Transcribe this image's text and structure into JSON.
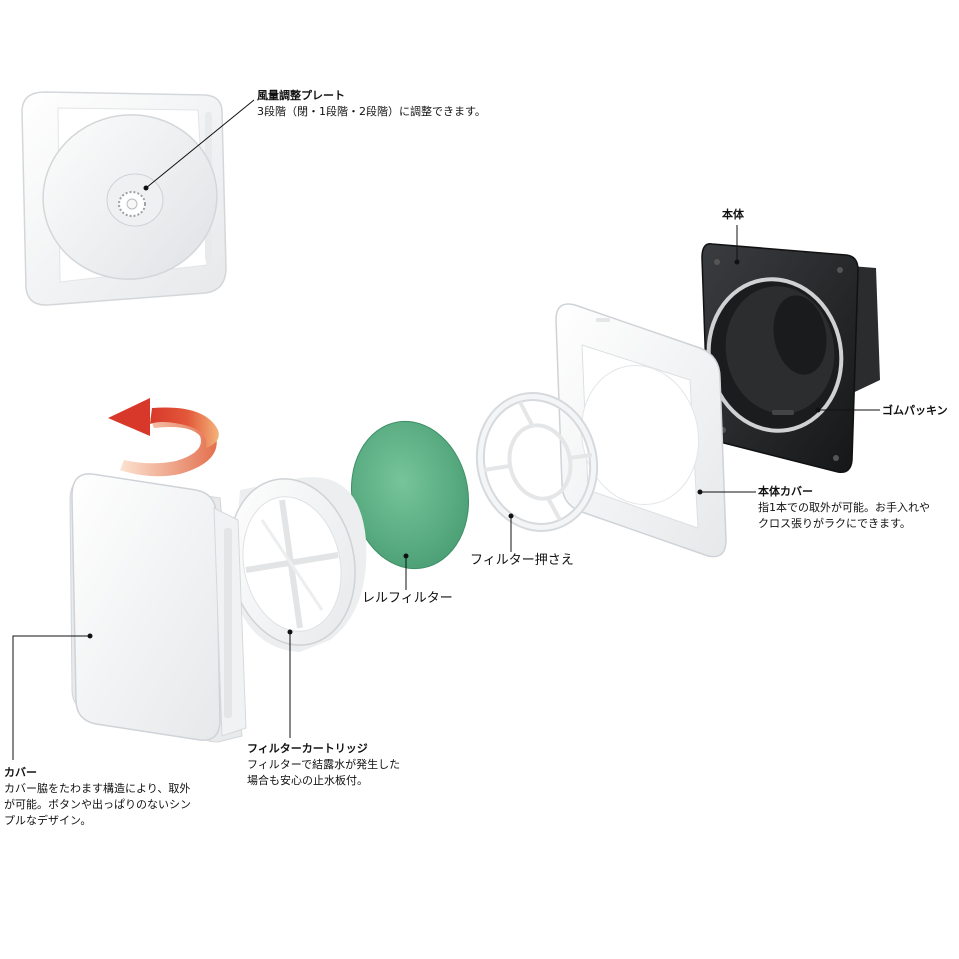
{
  "parts": {
    "damper": {
      "title": "風量調整プレート",
      "desc": "3段階（閉・1段階・2段階）に調整できます。"
    },
    "body": {
      "title": "本体"
    },
    "gasket": {
      "title": "ゴムパッキン"
    },
    "body_cover": {
      "title": "本体カバー",
      "desc1": "指1本での取外が可能。お手入れや",
      "desc2": "クロス張りがラクにできます。"
    },
    "filter_holder": {
      "title": "フィルター押さえ"
    },
    "filter": {
      "title": "レルフィルター"
    },
    "cartridge": {
      "title": "フィルターカートリッジ",
      "desc1": "フィルターで結露水が発生した",
      "desc2": "場合も安心の止水板付。"
    },
    "cover": {
      "title": "カバー",
      "desc1": "カバー脇をたわます構造により、取外",
      "desc2": "が可能。ボタンや出っぱりのないシン",
      "desc3": "プルなデザイン。"
    }
  },
  "colors": {
    "filter_green": "#5fb487",
    "body_black": "#222426",
    "arrow_red": "#d8382a",
    "arrow_orange": "#f0a060",
    "part_white": "#f4f5f6",
    "part_edge": "#d7dadd"
  },
  "icons": {
    "rotate_arrow": "rotate-arrow-icon"
  }
}
